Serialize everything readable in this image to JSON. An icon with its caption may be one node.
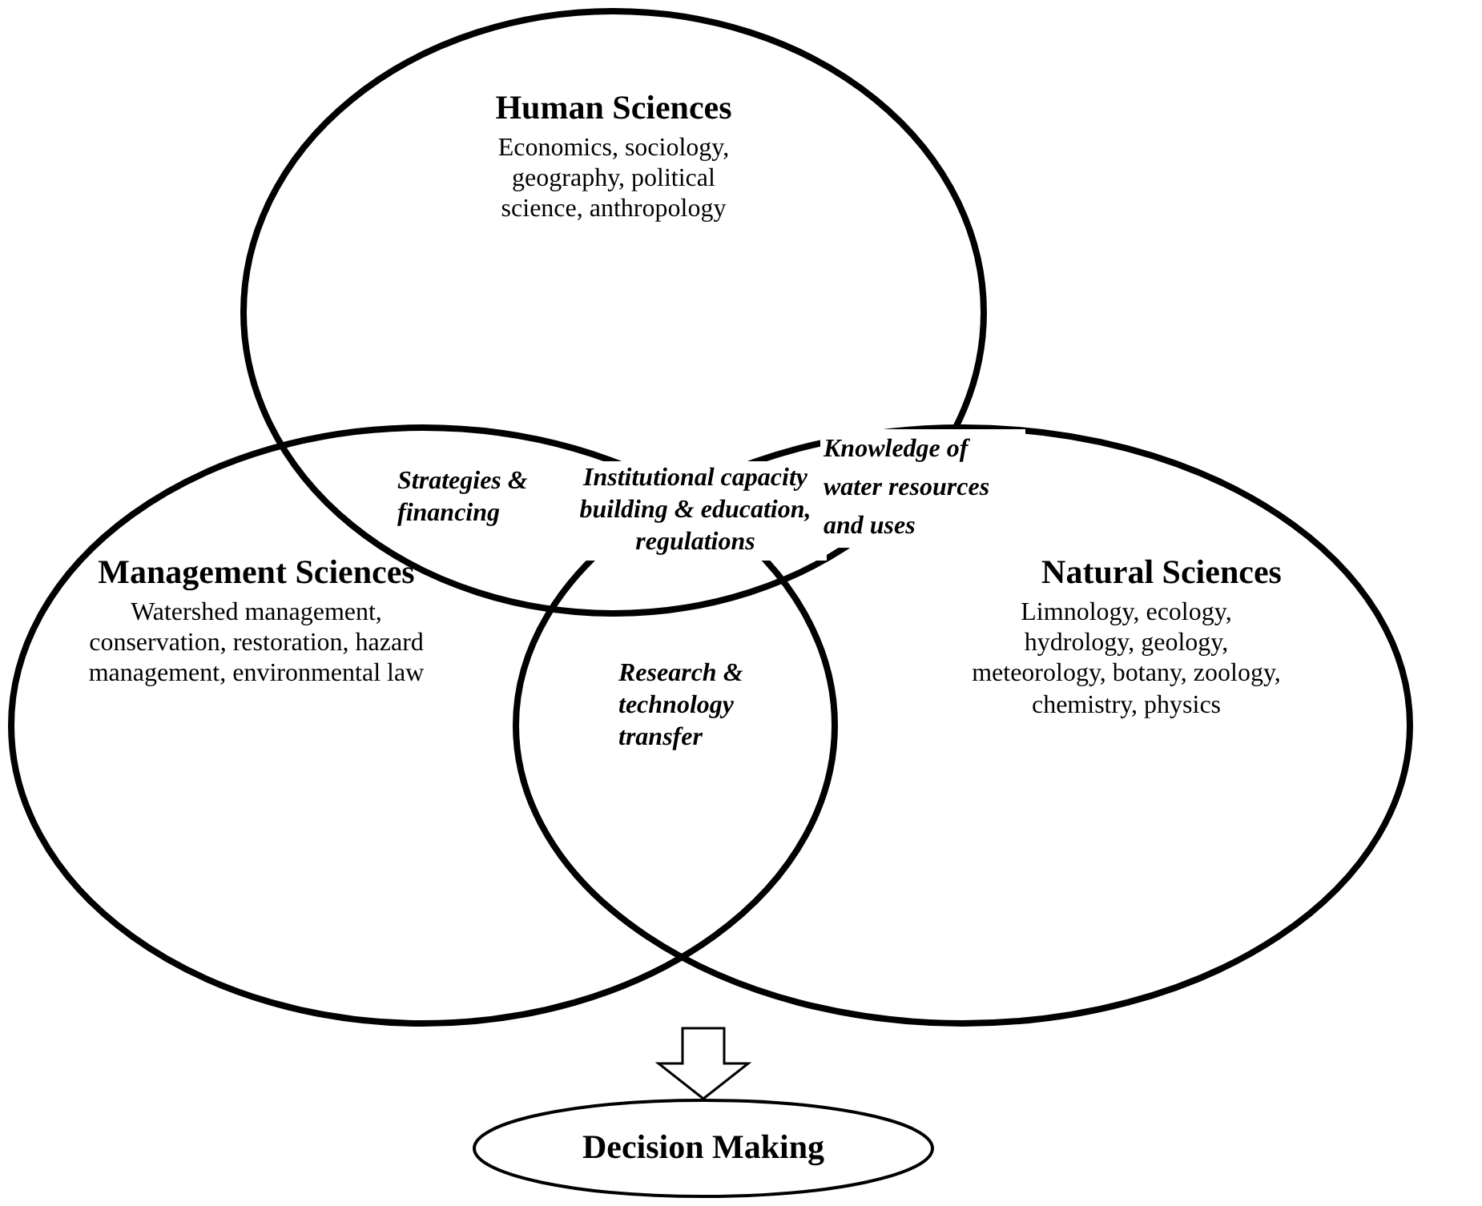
{
  "diagram": {
    "nodes": [
      {
        "text": [
          "Human Sciences",
          "Economics, sociology, geography, political science, anthropology"
        ]
      },
      {
        "text": [
          "Management Sciences",
          "Watershed management, conservation, restoration, hazard management, environmental law"
        ]
      },
      {
        "text": [
          "Natural Sciences",
          "Limnology, ecology, hydrology, geology, meteorology, botany, zoology, chemistry, physics"
        ]
      },
      {
        "text": [
          "Decision Making"
        ]
      }
    ],
    "edges": [
      {
        "from": null,
        "to": 3,
        "arrow": "to"
      }
    ],
    "labels": [
      "Strategies & financing",
      "Institutional capacity building & education, regulations",
      "Knowledge of water resources and uses",
      "Research & technology transfer"
    ]
  }
}
